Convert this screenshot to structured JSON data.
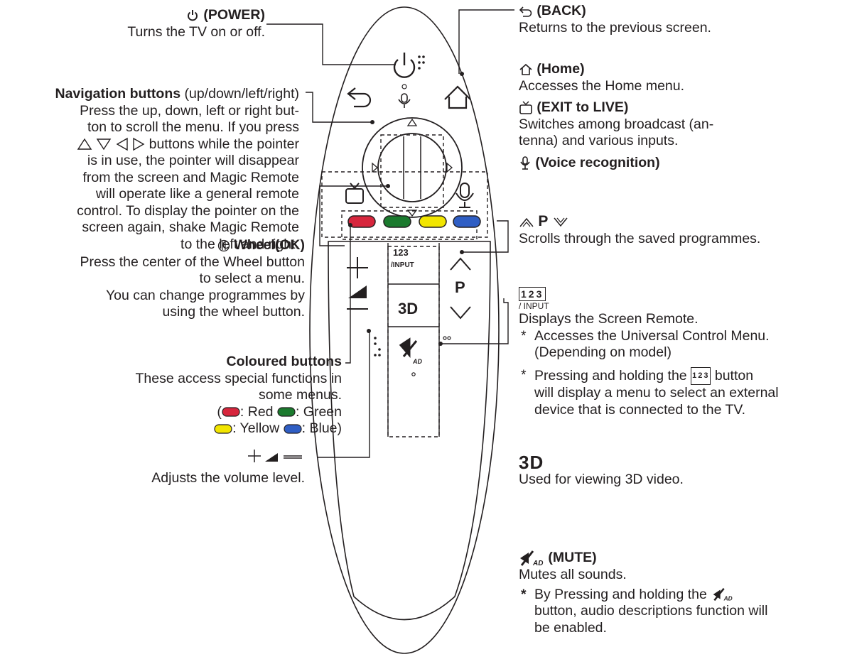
{
  "power": {
    "title": "(POWER)",
    "desc": "Turns the TV on or off."
  },
  "navigation": {
    "title": "Navigation buttons",
    "title_suffix": "(up/down/left/right)",
    "lines": [
      "Press the up, down, left or right but-",
      "ton to scroll the menu. If you press",
      "buttons while the pointer",
      "is in use, the pointer will disappear",
      "from the screen and Magic Remote",
      "will operate like a general remote",
      "control. To display the pointer on the",
      "screen again, shake Magic Remote",
      "to the left and right."
    ]
  },
  "wheel": {
    "title": "Wheel(OK)",
    "lines": [
      "Press the center of the Wheel button",
      "to select a menu.",
      "You can change programmes by",
      "using the wheel button."
    ]
  },
  "coloured": {
    "title": "Coloured buttons",
    "lines": [
      "These access special functions in",
      "some menus."
    ],
    "red": ": Red",
    "green": ": Green",
    "yellow": ": Yellow",
    "blue": ": Blue)",
    "open_paren": "("
  },
  "volume": {
    "desc": "Adjusts the volume level."
  },
  "back": {
    "title": "(BACK)",
    "desc": "Returns to the previous screen."
  },
  "home": {
    "title": "(Home)",
    "desc": "Accesses the Home menu."
  },
  "exit": {
    "title": "(EXIT to LIVE)",
    "lines": [
      "Switches among broadcast (an-",
      "tenna) and various inputs."
    ]
  },
  "voice": {
    "title": "(Voice recognition)"
  },
  "program": {
    "letter": "P",
    "desc": "Scrolls through the saved programmes."
  },
  "input": {
    "nums": "123",
    "sub": "/ INPUT",
    "desc": "Displays the Screen Remote.",
    "bullet1": [
      "Accesses the Universal Control Menu.",
      "(Depending on model)"
    ],
    "bullet2_a": "Pressing and holding the",
    "bullet2_b": "button",
    "bullet2_lines": [
      "will display a menu to select an external",
      "device that is connected to the TV."
    ]
  },
  "three_d": {
    "label": "3D",
    "desc": "Used for viewing 3D video."
  },
  "mute": {
    "title": "(MUTE)",
    "desc": "Mutes all sounds.",
    "note_a": "By Pressing and holding the",
    "note_lines": [
      "button, audio descriptions function will",
      "be enabled."
    ]
  },
  "remote": {
    "input_label": "/INPUT",
    "input_nums": "123",
    "p_label": "P",
    "three_d": "3D",
    "ad": "AD"
  },
  "colors": {
    "red": "#d7263d",
    "green": "#1b7a2e",
    "yellow": "#f2e500",
    "blue": "#2f5ec4"
  }
}
